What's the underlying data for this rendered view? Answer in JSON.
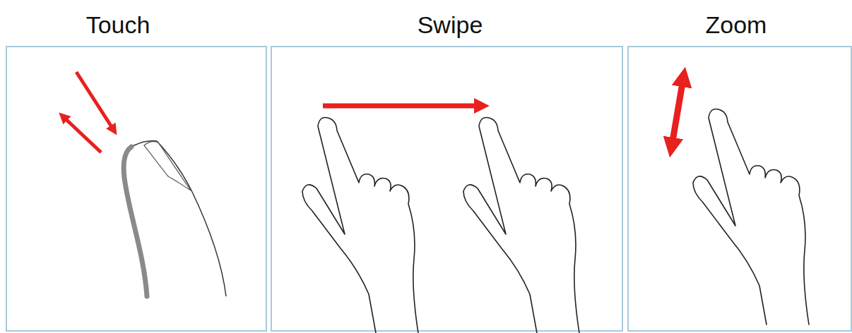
{
  "diagram": {
    "nodes": [
      {
        "text": [
          "Touch"
        ]
      },
      {
        "text": [
          "Swipe"
        ]
      },
      {
        "text": [
          "Zoom"
        ]
      }
    ]
  }
}
